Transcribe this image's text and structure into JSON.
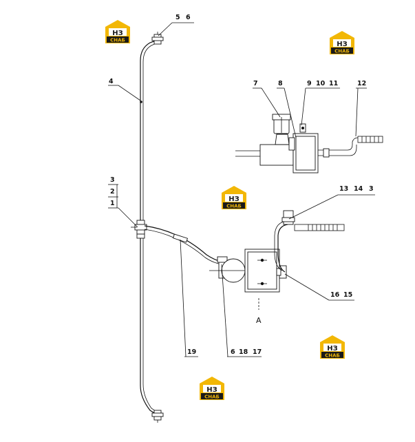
{
  "part_labels": [
    "5",
    "6",
    "4",
    "7",
    "8",
    "9",
    "10",
    "11",
    "12",
    "3",
    "2",
    "1",
    "13",
    "14",
    "3",
    "16",
    "15",
    "19",
    "6",
    "18",
    "17"
  ],
  "view_label": "A",
  "watermark": {
    "mark": "НЗ",
    "sub": "СНАБ"
  },
  "colors": {
    "logo_yellow": "#f2b705",
    "logo_black": "#1a1a1a",
    "line": "#111111"
  }
}
